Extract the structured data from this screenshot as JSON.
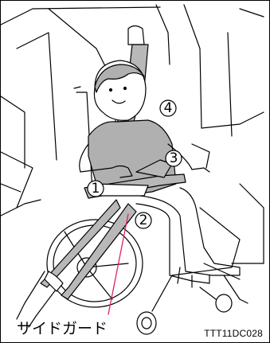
{
  "figure": {
    "callouts": [
      {
        "id": "1",
        "label": "1"
      },
      {
        "id": "2",
        "label": "2"
      },
      {
        "id": "3",
        "label": "3"
      },
      {
        "id": "4",
        "label": "4"
      }
    ],
    "part_label": "サイドガード",
    "figure_code": "TTT11DC028",
    "colors": {
      "line": "#000000",
      "belt": "#b8b8b8",
      "shirt": "#b0b0b0",
      "skin": "#ffffff",
      "pointer": "#e0206a",
      "background": "#ffffff"
    }
  }
}
